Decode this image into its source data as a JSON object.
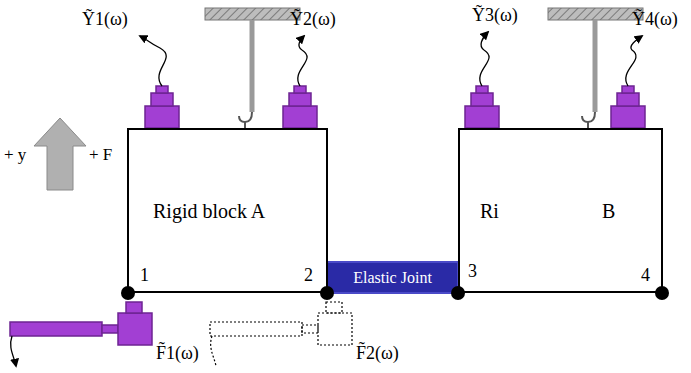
{
  "diagram": {
    "nodes": [
      {
        "text": [
          "Rigid block A"
        ]
      },
      {
        "text": [
          "Elastic Joint"
        ]
      },
      {
        "text": [
          "Ri",
          "B"
        ]
      }
    ],
    "labels": [
      "Ỹ1(ω)",
      "Ỹ2(ω)",
      "Ỹ3(ω)",
      "Ỹ4(ω)",
      "+ y",
      "+ F",
      "1",
      "2",
      "3",
      "4",
      "F̃1(ω)",
      "F̃2(ω)"
    ]
  }
}
